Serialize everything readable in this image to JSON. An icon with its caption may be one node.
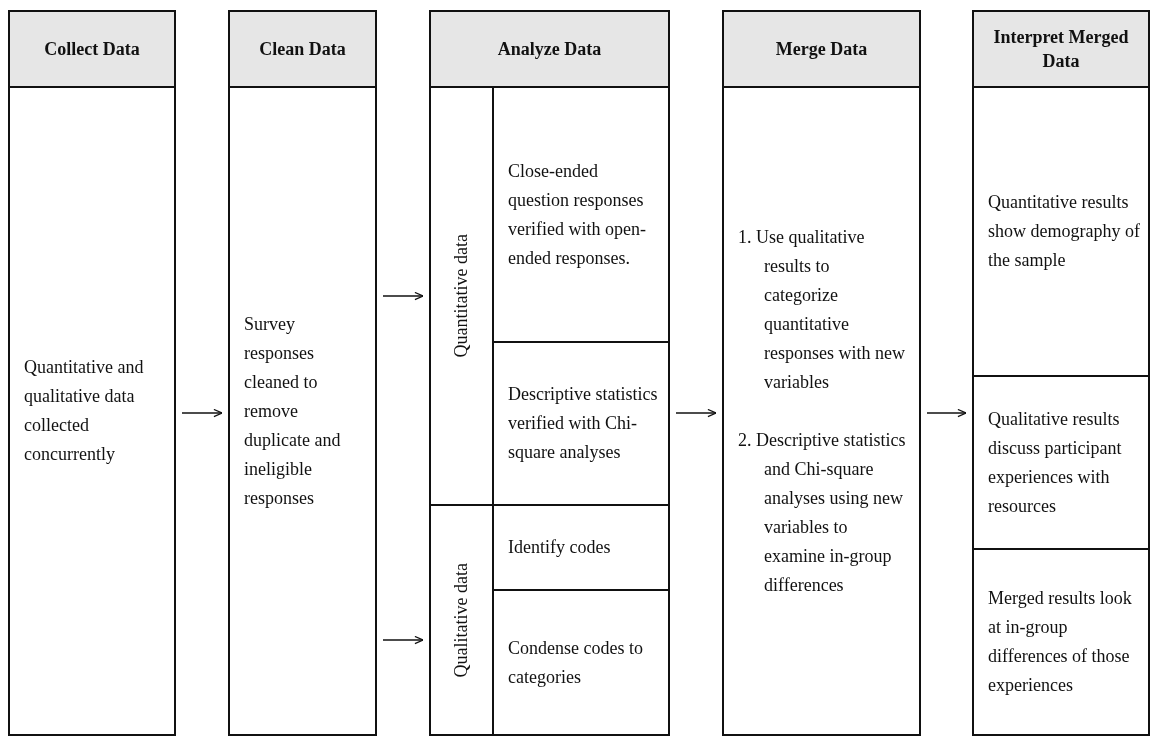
{
  "diagram": {
    "nodes": [
      {
        "text": [
          "Collect Data",
          "Quantitative and qualitative data collected concurrently"
        ]
      },
      {
        "text": [
          "Clean Data",
          "Survey responses cleaned to remove duplicate and ineligible responses"
        ]
      },
      {
        "text": [
          "Analyze Data"
        ]
      },
      {
        "text": [
          "Quantitative data"
        ],
        "in": 2
      },
      {
        "text": [
          "Close-ended question responses verified with open-ended responses."
        ],
        "in": 2
      },
      {
        "text": [
          "Descriptive statistics verified with Chi-square analyses"
        ],
        "in": 2
      },
      {
        "text": [
          "Qualitative data"
        ],
        "in": 2
      },
      {
        "text": [
          "Identify codes"
        ],
        "in": 2
      },
      {
        "text": [
          "Condense codes to categories"
        ],
        "in": 2
      },
      {
        "text": [
          "Merge Data",
          "1. Use qualitative results to categorize quantitative responses with new variables",
          "2. Descriptive statistics and Chi-square analyses using new variables to examine in-group differences"
        ]
      },
      {
        "text": [
          "Interpret Merged Data"
        ]
      },
      {
        "text": [
          "Quantitative results show demography of the sample"
        ],
        "in": 10
      },
      {
        "text": [
          "Qualitative results discuss participant experiences with resources"
        ],
        "in": 10
      },
      {
        "text": [
          "Merged results look at in-group differences of those experiences"
        ],
        "in": 10
      }
    ],
    "edges": [
      {
        "from": 0,
        "to": 1,
        "arrow": "to"
      },
      {
        "from": 1,
        "to": 3,
        "arrow": "to"
      },
      {
        "from": 1,
        "to": 6,
        "arrow": "to"
      },
      {
        "from": 2,
        "to": 9,
        "arrow": "to"
      },
      {
        "from": 9,
        "to": 10,
        "arrow": "to"
      }
    ]
  }
}
